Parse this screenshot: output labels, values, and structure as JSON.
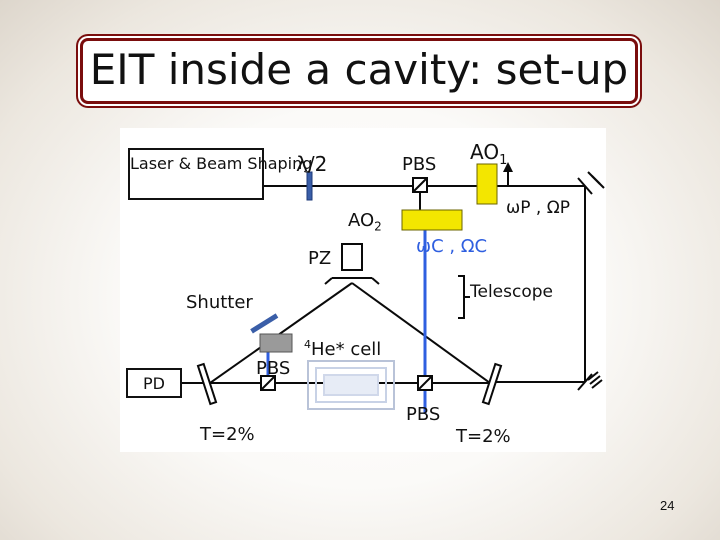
{
  "slide": {
    "title": "EIT inside a cavity: set-up",
    "page_number": "24"
  },
  "diagram": {
    "laser_label": "Laser & Beam Shaping",
    "half_wave": "λ/2",
    "pbs_top": "PBS",
    "ao1": "AO",
    "ao1_sub": "1",
    "ao2": "AO",
    "ao2_sub": "2",
    "probe_label": "ωP , ΩP",
    "coupling_label": "ωC , ΩC",
    "pz": "PZ",
    "shutter": "Shutter",
    "telescope": "Telescope",
    "cell_sup": "4",
    "cell_label": "He* cell",
    "pbs_left": "PBS",
    "pbs_bottom": "PBS",
    "pd": "PD",
    "t_left": "T=2%",
    "t_right": "T=2%",
    "colors": {
      "probe_beam": "#0a0a0a",
      "coupling_beam": "#2f5fe0",
      "aom": "#f3e600",
      "title_border": "#7a0d0d",
      "coupling_text": "#2f5fe0"
    }
  }
}
